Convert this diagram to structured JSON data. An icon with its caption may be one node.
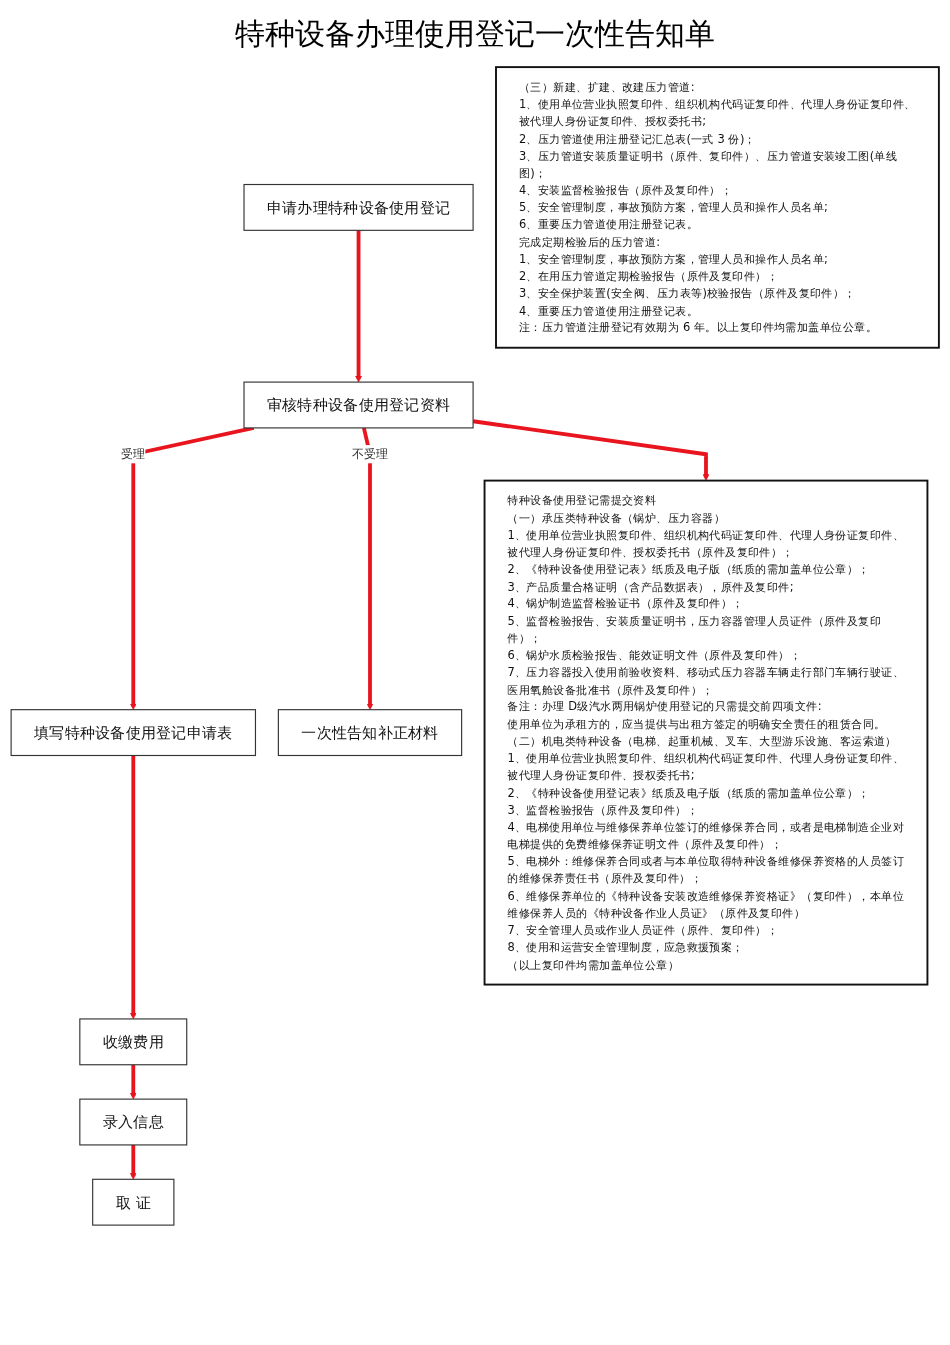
{
  "diagram": {
    "title": "特种设备办理使用登记一次性告知单",
    "nodes": [
      {
        "text": [
          "申请办理特种设备使用登记"
        ]
      },
      {
        "text": [
          "审核特种设备使用登记资料"
        ]
      },
      {
        "text": [
          "填写特种设备使用登记申请表"
        ]
      },
      {
        "text": [
          "一次性告知补正材料"
        ]
      },
      {
        "text": [
          "收缴费用"
        ]
      },
      {
        "text": [
          "录入信息"
        ]
      },
      {
        "text": [
          "取 证"
        ]
      },
      {
        "text": [
          "特种设备使用登记需提交资料",
          "（一）承压类特种设备（锅炉、压力容器）",
          "1、使用单位营业执照复印件、组织机构代码证复印件、代理人身份证复印件、被代理人身份证复印件、授权委托书（原件及复印件）；",
          "2、《特种设备使用登记表》纸质及电子版（纸质的需加盖单位公章）；",
          "3、产品质量合格证明（含产品数据表），原件及复印件;",
          "4、锅炉制造监督检验证书（原件及复印件）；",
          "5、监督检验报告、安装质量证明书，压力容器管理人员证件（原件及复印件）；",
          "6、锅炉水质检验报告、能效证明文件（原件及复印件）；",
          "7、压力容器投入使用前验收资料、移动式压力容器车辆走行部门车辆行驶证、医用氧舱设备批准书（原件及复印件）；",
          "备注：办理 D级汽水两用锅炉使用登记的只需提交前四项文件:",
          "使用单位为承租方的，应当提供与出租方签定的明确安全责任的租赁合同。",
          "（二）机电类特种设备（电梯、起重机械、叉车、大型游乐设施、客运索道）",
          "1、使用单位营业执照复印件、组织机构代码证复印件、代理人身份证复印件、被代理人身份证复印件、授权委托书;",
          "2、《特种设备使用登记表》纸质及电子版（纸质的需加盖单位公章）；",
          "3、监督检验报告（原件及复印件）；",
          "4、电梯使用单位与维修保养单位签订的维修保养合同，或者是电梯制造企业对电梯提供的免费维修保养证明文件（原件及复印件）；",
          "5、电梯外：维修保养合同或者与本单位取得特种设备维修保养资格的人员签订的维修保养责任书（原件及复印件）；",
          "6、维修保养单位的《特种设备安装改造维修保养资格证》（复印件），本单位维修保养人员的《特种设备作业人员证》（原件及复印件）",
          "7、安全管理人员或作业人员证件（原件、复印件）；",
          "8、使用和运营安全管理制度，应急救援预案；",
          "（以上复印件均需加盖单位公章）"
        ]
      },
      {
        "text": [
          "（三）新建、扩建、改建压力管道:",
          "1、使用单位营业执照复印件、组织机构代码证复印件、代理人身份证复印件、被代理人身份证复印件、授权委托书;",
          "2、压力管道使用注册登记汇总表(一式 3 份)；",
          "3、压力管道安装质量证明书（原件、复印件）、压力管道安装竣工图(单线图)；",
          "4、安装监督检验报告（原件及复印件）；",
          "5、安全管理制度，事故预防方案，管理人员和操作人员名单;",
          "6、重要压力管道使用注册登记表。",
          "完成定期检验后的压力管道:",
          "1、安全管理制度，事故预防方案，管理人员和操作人员名单;",
          "2、在用压力管道定期检验报告（原件及复印件）；",
          "3、安全保护装置(安全阀、压力表等)校验报告（原件及复印件）；",
          "4、重要压力管道使用注册登记表。",
          "注：压力管道注册登记有效期为 6 年。以上复印件均需加盖单位公章。"
        ]
      }
    ],
    "edges": [
      {
        "from": 0,
        "to": 1,
        "arrow": "to"
      },
      {
        "from": 1,
        "to": 7,
        "arrow": "to"
      },
      {
        "from": 1,
        "to": 2,
        "arrow": "to",
        "label": "受理"
      },
      {
        "from": 1,
        "to": 3,
        "arrow": "to",
        "label": "不受理"
      },
      {
        "from": 2,
        "to": 4,
        "arrow": "to"
      },
      {
        "from": 4,
        "to": 5,
        "arrow": "to"
      },
      {
        "from": 5,
        "to": 6,
        "arrow": "to"
      }
    ]
  }
}
